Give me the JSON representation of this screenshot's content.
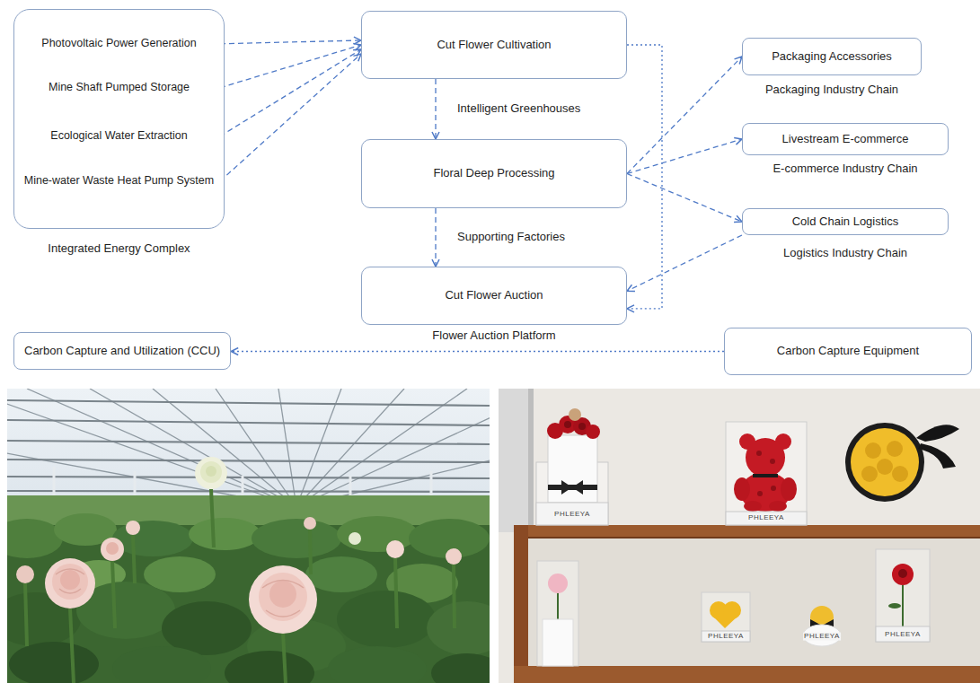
{
  "diagram": {
    "nodes": [
      {
        "text": [
          "Integrated Energy Complex"
        ]
      },
      {
        "text": [
          "Photovoltaic Power Generation"
        ],
        "in": 0
      },
      {
        "text": [
          "Mine Shaft Pumped Storage"
        ],
        "in": 0
      },
      {
        "text": [
          "Ecological Water Extraction"
        ],
        "in": 0
      },
      {
        "text": [
          "Mine-water Waste Heat Pump System"
        ],
        "in": 0
      },
      {
        "text": [
          "Cut Flower Cultivation"
        ]
      },
      {
        "text": [
          "Floral Deep Processing"
        ]
      },
      {
        "text": [
          "Cut Flower Auction",
          "Flower Auction Platform"
        ]
      },
      {
        "text": [
          "Packaging Accessories",
          "Packaging Industry Chain"
        ]
      },
      {
        "text": [
          "Livestream E-commerce",
          "E-commerce Industry Chain"
        ]
      },
      {
        "text": [
          "Cold Chain Logistics",
          "Logistics Industry Chain"
        ]
      },
      {
        "text": [
          "Carbon Capture and Utilization (CCU)"
        ]
      },
      {
        "text": [
          "Carbon Capture Equipment"
        ]
      }
    ],
    "edges": [
      {
        "from": 1,
        "to": 5,
        "arrow": "to"
      },
      {
        "from": 2,
        "to": 5,
        "arrow": "to"
      },
      {
        "from": 3,
        "to": 5,
        "arrow": "to"
      },
      {
        "from": 4,
        "to": 5,
        "arrow": "to"
      },
      {
        "from": 5,
        "to": 6,
        "label": "Intelligent Greenhouses",
        "arrow": "to"
      },
      {
        "from": 6,
        "to": 7,
        "label": "Supporting Factories",
        "arrow": "to"
      },
      {
        "from": 6,
        "to": 8,
        "arrow": "to"
      },
      {
        "from": 6,
        "to": 9,
        "arrow": "to"
      },
      {
        "from": 6,
        "to": 10,
        "arrow": "to"
      },
      {
        "from": 5,
        "to": 7,
        "arrow": "to"
      },
      {
        "from": 10,
        "to": 7,
        "arrow": "to"
      },
      {
        "from": 12,
        "to": 11,
        "arrow": "to"
      }
    ],
    "labels": [
      "PHLEEYA",
      "PHLEEYA",
      "PHLEEYA",
      "PHLEEYA",
      "PHLEEYA"
    ]
  }
}
